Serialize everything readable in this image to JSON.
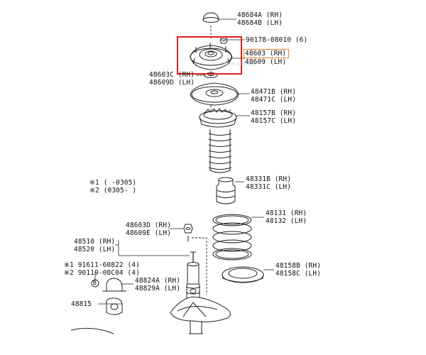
{
  "labels": {
    "l_48684A": "48684A (RH)",
    "l_48684B": "48684B (LH)",
    "l_90178": "90178-08010 (6)",
    "l_48603": "48603 (RH)",
    "l_48609": "48609 (LH)",
    "l_48603C": "48603C (RH)",
    "l_48609D": "48609D (LH)",
    "l_48471B": "48471B (RH)",
    "l_48471C": "48471C (LH)",
    "l_48157B": "48157B (RH)",
    "l_48157C": "48157C (LH)",
    "l_48331B": "48331B (RH)",
    "l_48331C": "48331C (LH)",
    "l_note1": "※1 (    -0305)",
    "l_note2": "※2 (0305-    )",
    "l_48131": "48131 (RH)",
    "l_48132": "48132 (LH)",
    "l_48603D": "48603D (RH)",
    "l_48609E": "48609E (LH)",
    "l_48510": "48510 (RH)",
    "l_48520": "48520 (LH)",
    "l_91611": "※1  91611-60822 (4)",
    "l_90119": "※2  90119-08C04 (4)",
    "l_48158B": "48158B (RH)",
    "l_48158C": "48158C (LH)",
    "l_B": "B",
    "l_48824A": "48824A (RH)",
    "l_48829A": "48829A (LH)",
    "l_48815": "48815"
  },
  "watermark": "...toyox.com.ua",
  "colors": {
    "line": "#222222",
    "highlight_red": "#e02020",
    "highlight_orange": "#f08020"
  }
}
